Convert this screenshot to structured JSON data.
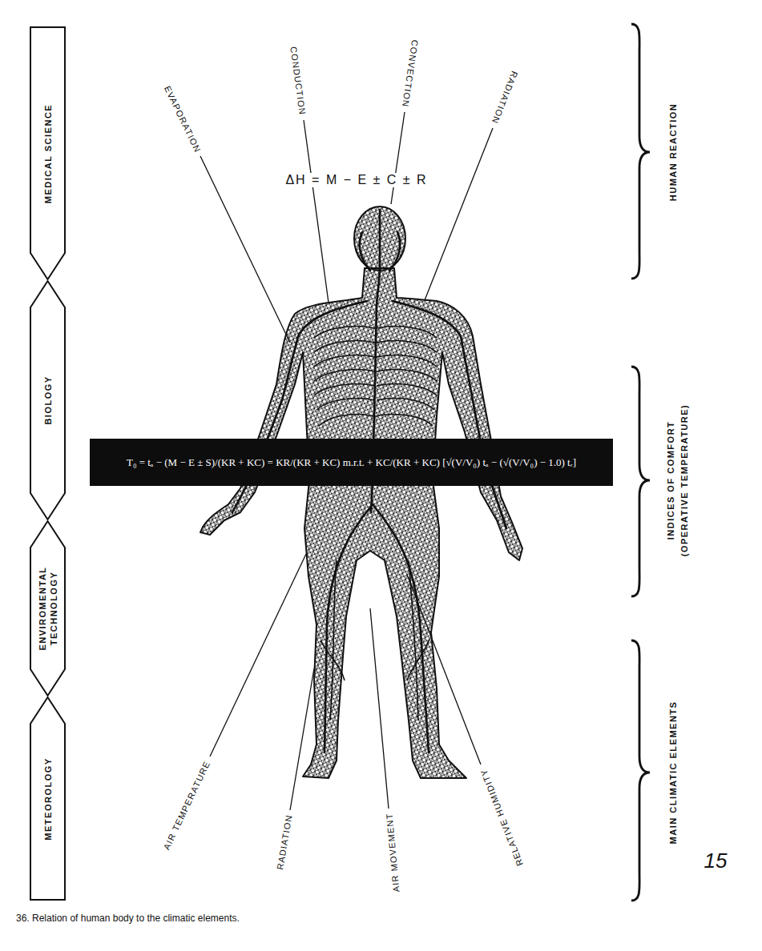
{
  "diagram": {
    "caption": "36. Relation of human body to the climatic elements.",
    "nodes": [
      {
        "text": [
          "MEDICAL SCIENCE"
        ]
      },
      {
        "text": [
          "BIOLOGY"
        ]
      },
      {
        "text": [
          "ENVIROMENTAL TECHNOLOGY"
        ]
      },
      {
        "text": [
          "METEOROLOGY"
        ]
      },
      {
        "text": [
          "T₀ = tₐ − (M − E ± S)/(KR + KC) = KR/(KR + KC) m.r.t. + KC/(KR + KC) [√(V/V₀) tₐ − (√(V/V₀) − 1.0) tᵣ]"
        ]
      }
    ],
    "labels": [
      "EVAPORATION",
      "CONDUCTION",
      "CONVECTION",
      "RADIATION",
      "ΔH = M − E ± C ± R",
      "HUMAN REACTION",
      "INDICES OF COMFORT (OPERATIVE TEMPERATURE)",
      "AIR TEMPERATURE",
      "RADIATION",
      "AIR MOVEMENT",
      "RELATIVE HUMIDITY",
      "MAIN CLIMATIC ELEMENTS",
      "15"
    ]
  }
}
